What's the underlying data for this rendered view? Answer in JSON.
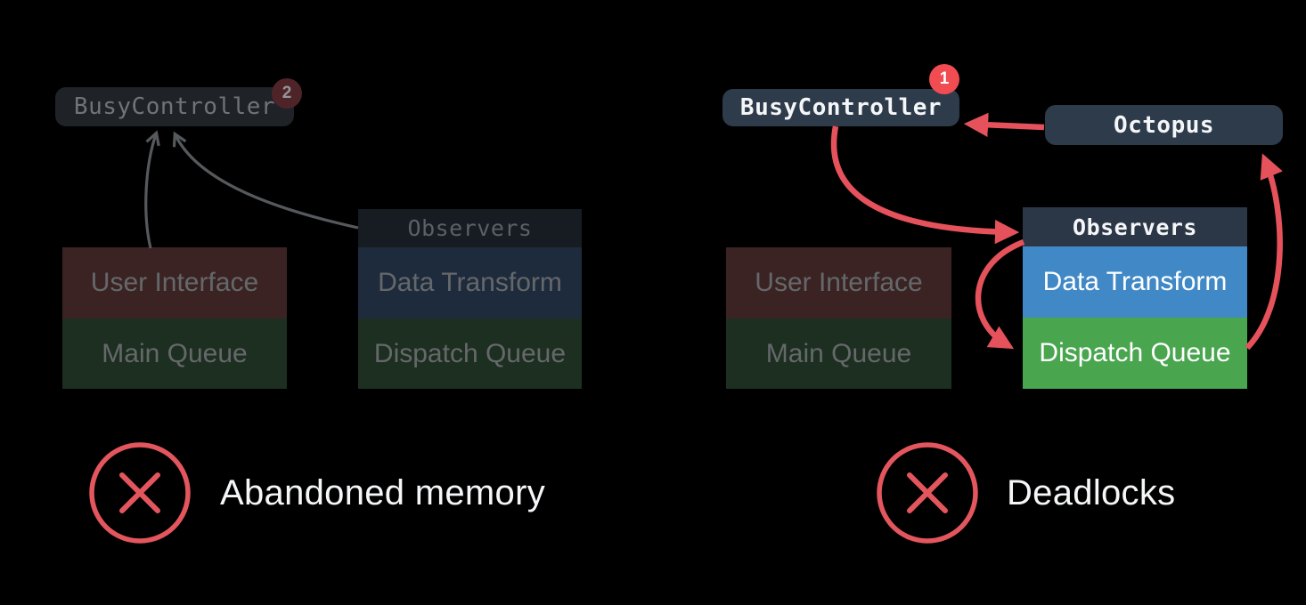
{
  "colors": {
    "background": "#000000",
    "arrow_red": "#e5525b",
    "badge_red": "#f04c52",
    "error_red": "#e4565e",
    "pill_navy": "#2d3b4b",
    "header_navy": "#2b3747",
    "blue": "#4189c6",
    "green": "#4aa54f",
    "dim_maroon": "#3b2323",
    "dim_green": "#1d2f20",
    "dim_blue": "#1e2b3c",
    "dim_header": "#171c23",
    "dim_pill": "#1f2227",
    "dim_badge": "#4f2429",
    "gray_arrow": "#56595c",
    "dim_text": "#65686b",
    "dim_mono": "#70747a",
    "dim_header_text": "#5b6067",
    "dim_badge_text": "#93969a",
    "white_text": "#f5f6f8"
  },
  "left": {
    "controller_label": "BusyController",
    "controller_badge": "2",
    "ui_row": "User Interface",
    "queue_row": "Main Queue",
    "observers_header": "Observers",
    "transform_row": "Data Transform",
    "dispatch_row": "Dispatch Queue",
    "caption": "Abandoned memory",
    "edges": [
      "User Interface -> BusyController",
      "Observers -> BusyController"
    ]
  },
  "right": {
    "controller_label": "BusyController",
    "controller_badge": "1",
    "octopus_label": "Octopus",
    "ui_row": "User Interface",
    "queue_row": "Main Queue",
    "observers_header": "Observers",
    "transform_row": "Data Transform",
    "dispatch_row": "Dispatch Queue",
    "caption": "Deadlocks",
    "edges": [
      "Octopus -> BusyController",
      "BusyController -> Observers",
      "Observers -> Dispatch Queue",
      "Dispatch Queue -> Octopus"
    ]
  }
}
